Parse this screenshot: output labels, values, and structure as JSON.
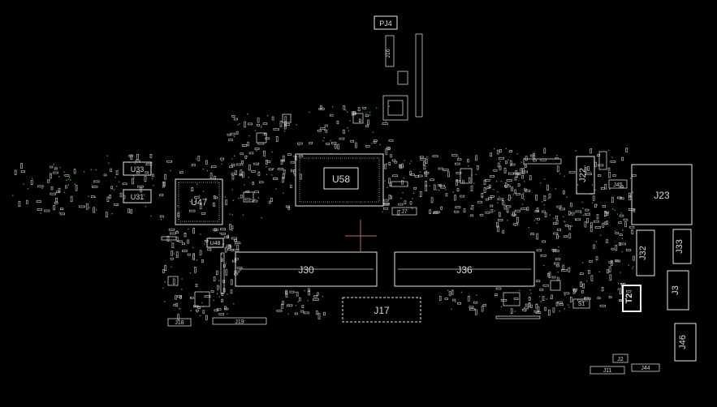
{
  "components": {
    "pj4": "PJ4",
    "u58": "U58",
    "u33": "U33",
    "u31": "U31",
    "u47": "U47",
    "u48": "U48",
    "j22": "J22",
    "j23": "J23",
    "j45": "J45",
    "j30": "J30",
    "j36": "J36",
    "j17": "J17",
    "j32": "J32",
    "j33": "J33",
    "j3": "J3",
    "t2": "T2",
    "s1": "S1",
    "j46": "J46",
    "j2": "J2",
    "j11": "J11",
    "j44": "J44",
    "j18": "J18",
    "j16": "J16",
    "j19": "J19",
    "j7": "J7"
  },
  "colors": {
    "background": "#000000",
    "outline": "#e6e6e6",
    "cursor": "#c86464",
    "via": "#3fa0b8"
  }
}
